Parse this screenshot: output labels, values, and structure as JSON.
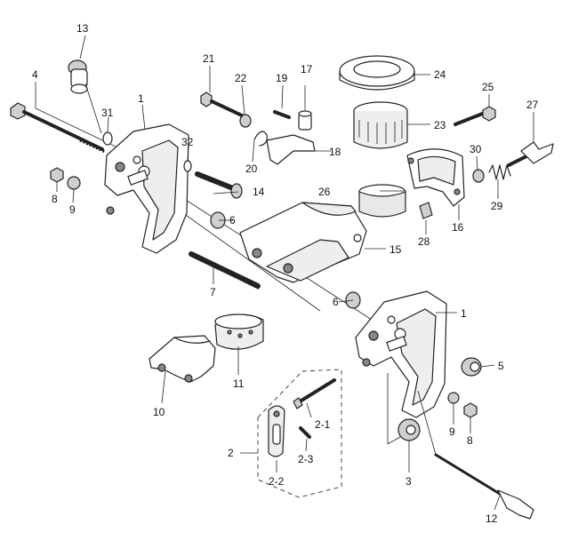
{
  "labels": {
    "p1a": "1",
    "p1b": "1",
    "p2": "2",
    "p2_1": "2-1",
    "p2_2": "2-2",
    "p2_3": "2-3",
    "p3": "3",
    "p4": "4",
    "p5": "5",
    "p6a": "6",
    "p6b": "6",
    "p7": "7",
    "p8a": "8",
    "p8b": "8",
    "p9a": "9",
    "p9b": "9",
    "p10": "10",
    "p11": "11",
    "p12": "12",
    "p13": "13",
    "p14": "14",
    "p15": "15",
    "p16": "16",
    "p17": "17",
    "p18": "18",
    "p19": "19",
    "p20": "20",
    "p21": "21",
    "p22": "22",
    "p23": "23",
    "p24": "24",
    "p25": "25",
    "p26": "26",
    "p27": "27",
    "p28": "28",
    "p29": "29",
    "p30": "30",
    "p31": "31",
    "p32": "32"
  }
}
